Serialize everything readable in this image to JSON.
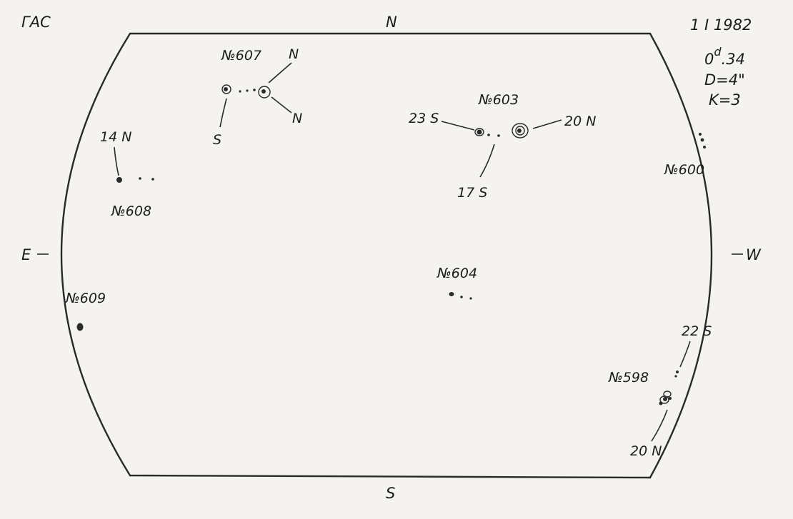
{
  "header": {
    "observatory": "ГАС",
    "date": "1 I 1982",
    "time": "0d.34",
    "time_base": "0",
    "time_sup": "d",
    "time_frac": ".34",
    "seeing": "D=4\"",
    "quality": "K=3"
  },
  "compass": {
    "north": "N",
    "south": "S",
    "east": "E",
    "west": "W"
  },
  "groups": {
    "g598": {
      "number": "№598",
      "label_upper": "22 S",
      "label_lower": "20 N"
    },
    "g600": {
      "number": "№600"
    },
    "g603": {
      "number": "№603",
      "label_left": "23 S",
      "label_right": "20 N",
      "label_lower": "17 S"
    },
    "g604": {
      "number": "№604"
    },
    "g607": {
      "number": "№607",
      "label_n_upper": "N",
      "label_n_lower": "N",
      "label_s": "S"
    },
    "g608": {
      "number": "№608",
      "label_lat": "14 N"
    },
    "g609": {
      "number": "№609"
    }
  }
}
